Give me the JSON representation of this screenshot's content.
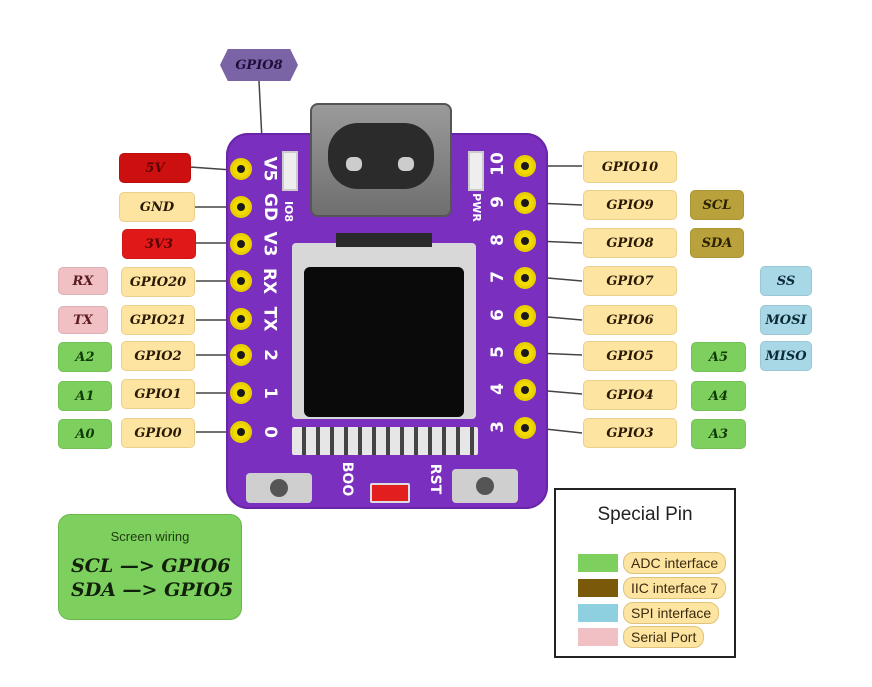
{
  "top_label": "GPIO8",
  "left_pins": [
    {
      "silk": "V5",
      "label": "5V",
      "style": "red"
    },
    {
      "silk": "GD",
      "label": "GND",
      "style": "gnd"
    },
    {
      "silk": "V3",
      "label": "3V3",
      "style": "red2"
    },
    {
      "silk": "RX",
      "label": "GPIO20",
      "style": "gpio",
      "extra": "RX",
      "extra_style": "ser"
    },
    {
      "silk": "TX",
      "label": "GPIO21",
      "style": "gpio",
      "extra": "TX",
      "extra_style": "ser"
    },
    {
      "silk": "2",
      "label": "GPIO2",
      "style": "gpio",
      "extra": "A2",
      "extra_style": "adc"
    },
    {
      "silk": "1",
      "label": "GPIO1",
      "style": "gpio",
      "extra": "A1",
      "extra_style": "adc"
    },
    {
      "silk": "0",
      "label": "GPIO0",
      "style": "gpio",
      "extra": "A0",
      "extra_style": "adc"
    }
  ],
  "right_pins": [
    {
      "silk": "10",
      "label": "GPIO10"
    },
    {
      "silk": "9",
      "label": "GPIO9",
      "extra": "SCL",
      "extra_style": "iic"
    },
    {
      "silk": "8",
      "label": "GPIO8",
      "extra": "SDA",
      "extra_style": "iic"
    },
    {
      "silk": "7",
      "label": "GPIO7",
      "extra2": "SS"
    },
    {
      "silk": "6",
      "label": "GPIO6",
      "extra2": "MOSI"
    },
    {
      "silk": "5",
      "label": "GPIO5",
      "extra": "A5",
      "extra_style": "adc",
      "extra2": "MISO"
    },
    {
      "silk": "4",
      "label": "GPIO4",
      "extra": "A4",
      "extra_style": "adc"
    },
    {
      "silk": "3",
      "label": "GPIO3",
      "extra": "A3",
      "extra_style": "adc"
    }
  ],
  "board_silk": {
    "boot": "BOO",
    "rst": "RST",
    "pwr": "PWR",
    "io8": "IO8"
  },
  "screen_wiring": {
    "title": "Screen wiring",
    "line1": "SCL —> GPIO6",
    "line2": "SDA —> GPIO5"
  },
  "legend": {
    "title": "Special Pin",
    "items": [
      {
        "label": "ADC interface",
        "color": "#7ed05e"
      },
      {
        "label": "IIC interface 7",
        "color": "#7a5a0a"
      },
      {
        "label": "SPI interface",
        "color": "#8ed0e0"
      },
      {
        "label": "Serial Port",
        "color": "#f0c0c4"
      }
    ]
  },
  "colors": {
    "board": "#7b2fbe",
    "pad": "#f2d900",
    "gpio_tag": "#fde4a0"
  }
}
